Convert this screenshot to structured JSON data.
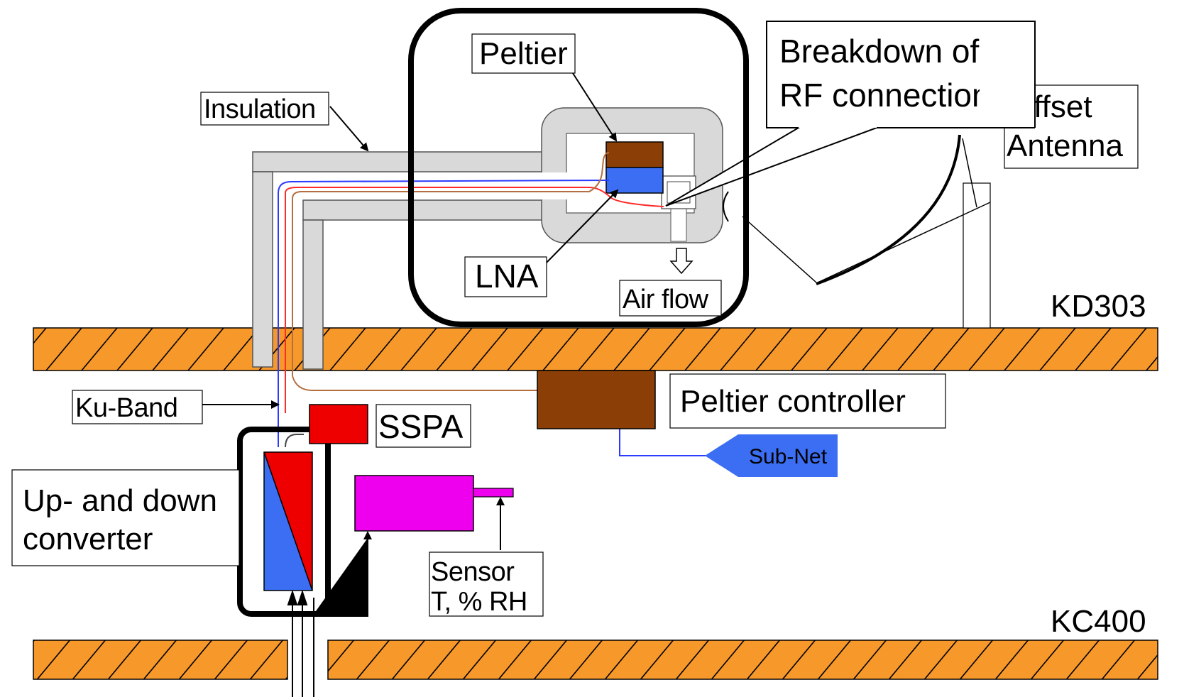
{
  "labels": {
    "insulation": "Insulation",
    "peltier": "Peltier",
    "breakdown_line1": "Breakdown of",
    "breakdown_line2": "RF connection",
    "offset_line1": "Offset",
    "offset_line2": "Antenna",
    "lna": "LNA",
    "air_flow": "Air flow",
    "kd303": "KD303",
    "ku_band": "Ku-Band",
    "peltier_controller": "Peltier controller",
    "sspa": "SSPA",
    "sub_net": "Sub-Net",
    "converter_line1": "Up- and down",
    "converter_line2": "converter",
    "sensor_line1": "Sensor",
    "sensor_line2": "T, % RH",
    "kc400": "KC400"
  },
  "colors": {
    "floor_fill": "#f7982a",
    "insulation_fill": "#d9d9d9",
    "peltier_hot": "#8b3f07",
    "peltier_cold": "#3b6ef2",
    "sspa_fill": "#ee0000",
    "sensor_fill": "#ee00ee",
    "subnet_fill": "#3b6ef2",
    "wire_blue": "#2b3bff",
    "wire_red": "#ff2a2a",
    "wire_brown": "#b36f3f"
  }
}
